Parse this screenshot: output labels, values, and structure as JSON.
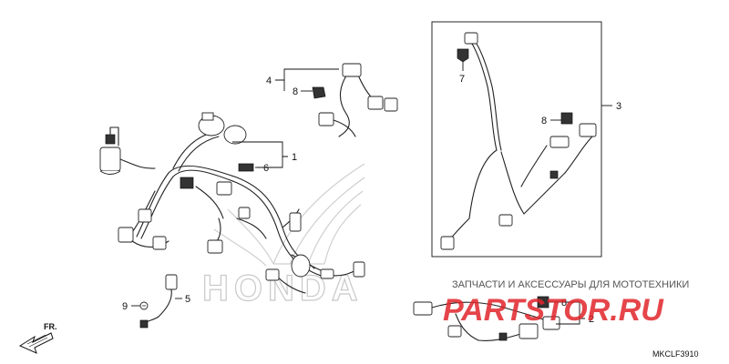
{
  "watermark": {
    "brand": "HONDA",
    "shop_name": "ЗАПЧАСТИ И АКСЕССУАРЫ ДЛЯ МОТОТЕХНИКИ",
    "site_prefix": "PARTS",
    "site_suffix": "TOR.RU",
    "site_accent_color": "#e1252a"
  },
  "callouts": [
    {
      "id": "1",
      "label": "1"
    },
    {
      "id": "2",
      "label": "2"
    },
    {
      "id": "3",
      "label": "3"
    },
    {
      "id": "4",
      "label": "4"
    },
    {
      "id": "5",
      "label": "5"
    },
    {
      "id": "6",
      "label": "6"
    },
    {
      "id": "7",
      "label": "7"
    },
    {
      "id": "8a",
      "label": "8"
    },
    {
      "id": "8b",
      "label": "8"
    },
    {
      "id": "8c",
      "label": "8"
    },
    {
      "id": "9",
      "label": "9"
    }
  ],
  "direction_label": "FR.",
  "diagram_code": "MKCLF3910"
}
